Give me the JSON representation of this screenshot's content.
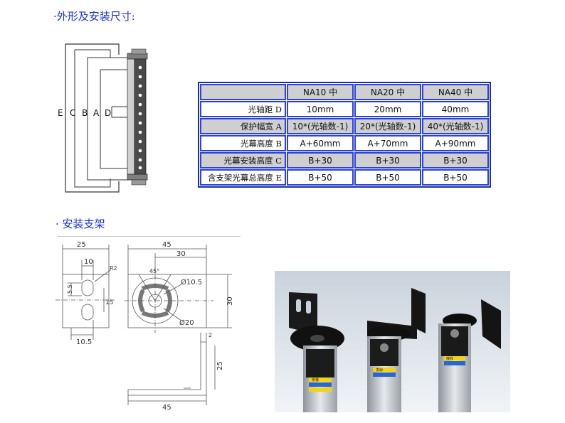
{
  "headings": {
    "dimensions": "·外形及安装尺寸:",
    "bracket": "· 安装支架"
  },
  "dim_letters": [
    "E",
    "C",
    "B",
    "A",
    "D"
  ],
  "spec_table": {
    "columns": [
      "",
      "NA10 中",
      "NA20 中",
      "NA40 中"
    ],
    "rows": [
      {
        "label": "光轴距  D",
        "values": [
          "10mm",
          "20mm",
          "40mm"
        ]
      },
      {
        "label": "保护幅宽  A",
        "values": [
          "10*(光轴数-1)",
          "20*(光轴数-1)",
          "40*(光轴数-1)"
        ]
      },
      {
        "label": "光幕高度  B",
        "values": [
          "A+60mm",
          "A+70mm",
          "A+90mm"
        ]
      },
      {
        "label": "光幕安装高度  C",
        "values": [
          "B+30",
          "B+30",
          "B+30"
        ]
      },
      {
        "label": "含支架光幕总高度  E",
        "values": [
          "B+50",
          "B+50",
          "B+50"
        ]
      }
    ]
  },
  "bracket_dims": {
    "left_width": "25",
    "slot_width": "10",
    "radius": "R2",
    "slot_gap": "5.5",
    "left_depth": "15",
    "slot_len": "10.5",
    "front_width": "45",
    "front_inner": "30",
    "angle": "45°",
    "hole_large": "Ø10.5",
    "hole_small": "Ø20",
    "height": "30",
    "thickness": "2",
    "leg_height": "25",
    "base_width": "45"
  },
  "photo_labels": {
    "label_a": "安装",
    "label_b": "发射",
    "label_c": "接收"
  },
  "colors": {
    "heading": "#1a2fd0",
    "table_border": "#2c43d8",
    "table_shade": "#cfcfcf"
  }
}
